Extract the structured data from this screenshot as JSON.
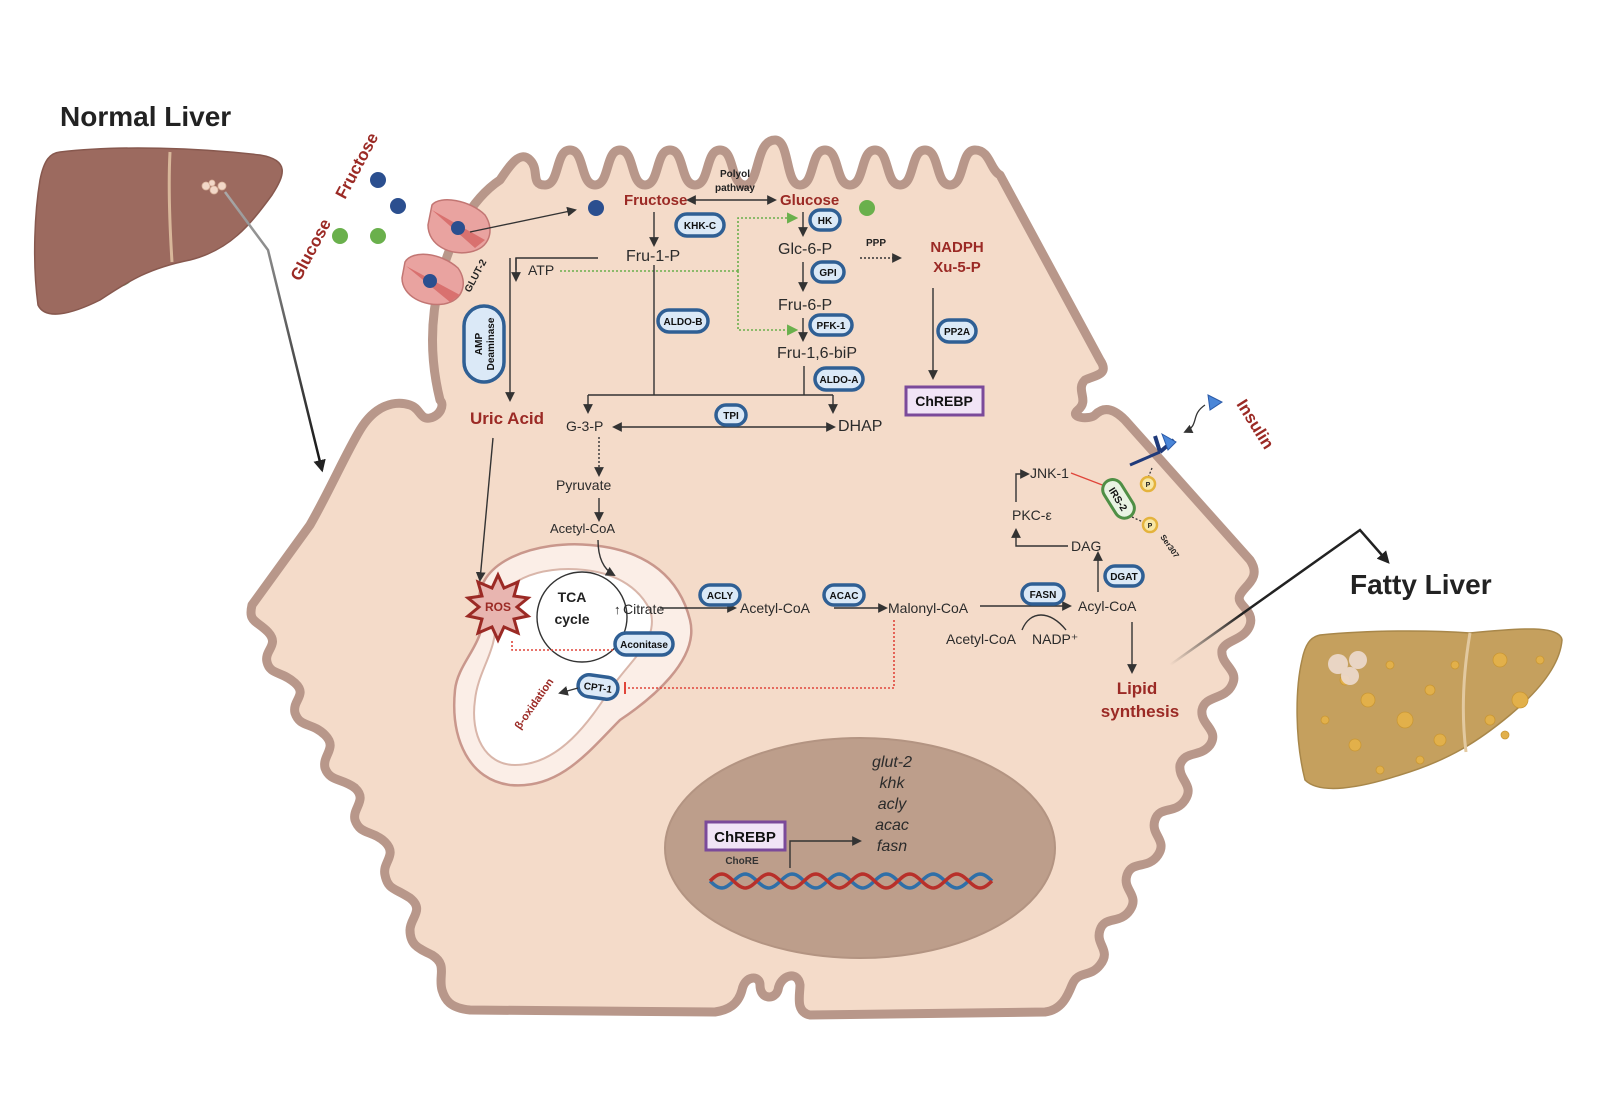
{
  "titles": {
    "normal_liver": "Normal Liver",
    "fatty_liver": "Fatty Liver"
  },
  "extracellular": {
    "glucose_label": "Glucose",
    "fructose_label": "Fructose",
    "transporter_label": "GLUT-2",
    "insulin_label": "Insulin"
  },
  "pathway": {
    "polyol_line1": "Polyol",
    "polyol_line2": "pathway",
    "fructose": "Fructose",
    "glucose": "Glucose",
    "fru1p": "Fru-1-P",
    "atp": "ATP",
    "glc6p": "Glc-6-P",
    "fru6p": "Fru-6-P",
    "fru16bip": "Fru-1,6-biP",
    "ppp": "PPP",
    "nadph": "NADPH",
    "xu5p": "Xu-5-P",
    "chrebp": "ChREBP",
    "uric_acid": "Uric Acid",
    "g3p": "G-3-P",
    "dhap": "DHAP",
    "pyruvate": "Pyruvate",
    "acetyl_coa_1": "Acetyl-CoA",
    "ros": "ROS",
    "tca_line1": "TCA",
    "tca_line2": "cycle",
    "citrate_arrow": "↑",
    "citrate": "Citrate",
    "beta_oxidation": "β-oxidation",
    "acetyl_coa_2": "Acetyl-CoA",
    "malonyl_coa": "Malonyl-CoA",
    "acetyl_coa_3": "Acetyl-CoA",
    "nadp": "NADP⁺",
    "acyl_coa": "Acyl-CoA",
    "lipid_line1": "Lipid",
    "lipid_line2": "synthesis",
    "dag": "DAG",
    "pkc": "PKC-ε",
    "jnk": "JNK-1",
    "irs2": "IRS-2",
    "phospho": "P",
    "ser307": "Ser307"
  },
  "enzymes": {
    "khk_c": "KHK-C",
    "hk": "HK",
    "gpi": "GPI",
    "pfk1": "PFK-1",
    "aldo_b": "ALDO-B",
    "aldo_a": "ALDO-A",
    "pp2a": "PP2A",
    "tpi": "TPI",
    "amp_line1": "AMP",
    "amp_line2": "Deaminase",
    "acly": "ACLY",
    "acac": "ACAC",
    "fasn": "FASN",
    "dgat": "DGAT",
    "aconitase": "Aconitase",
    "cpt1": "CPT-1"
  },
  "nucleus": {
    "chrebp": "ChREBP",
    "chore": "ChoRE",
    "genes": [
      "glut-2",
      "khk",
      "acly",
      "acac",
      "fasn"
    ]
  },
  "colors": {
    "accent_red": "#9b2a25",
    "enzyme_fill": "#dbe9f7",
    "enzyme_stroke": "#2f5f94",
    "cell_fill": "#f4dbc9",
    "membrane": "#b8978a",
    "nucleus": "#bd9e8b",
    "chrebp_border": "#7b4a9a",
    "fructose_dot": "#2b4f8f",
    "glucose_dot": "#6ab04c"
  }
}
